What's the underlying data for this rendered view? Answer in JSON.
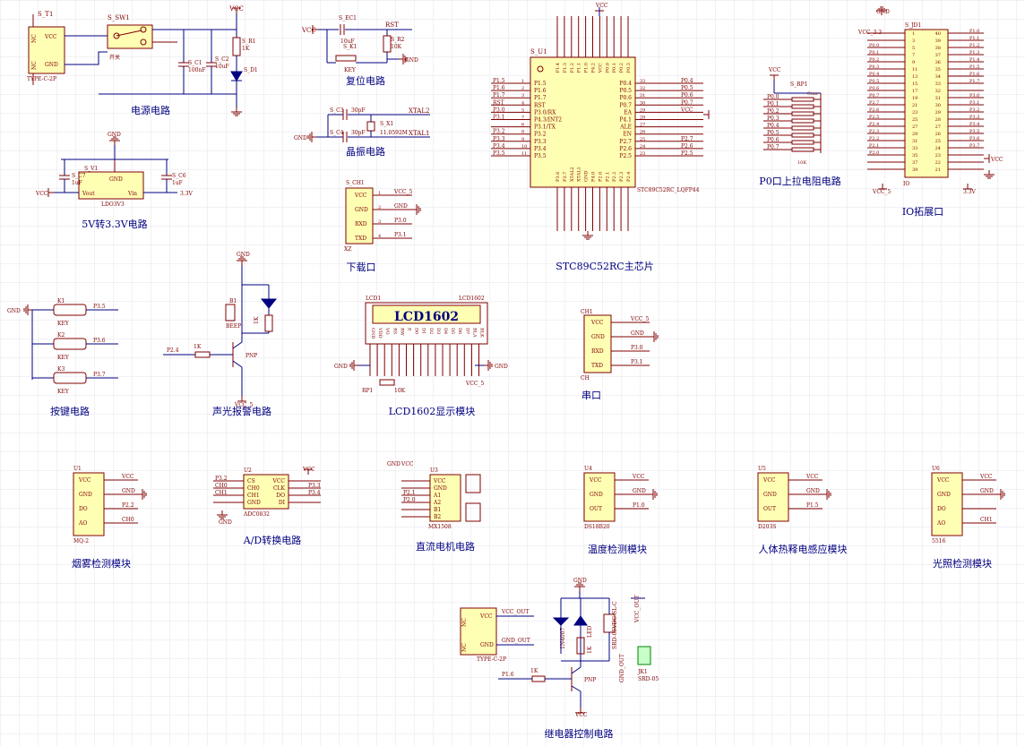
{
  "colors": {
    "wire": "#000080",
    "pin": "#800000",
    "text": "#800000",
    "label": "#000080",
    "grid": "#e6e6f0",
    "body": "#ffffb4",
    "pwr": "#800000"
  },
  "captions": {
    "power": "电源电路",
    "reset": "复位电路",
    "crystal": "晶振电路",
    "main": "STC89C52RC主芯片",
    "pullup": "P0口上拉电阻电路",
    "io": "IO拓展口",
    "ldo": "5V转3.3V电路",
    "download": "下载口",
    "keys": "按键电路",
    "buzzer": "声光报警电路",
    "lcd": "LCD1602显示模块",
    "serial": "串口",
    "smoke": "烟雾检测模块",
    "adc": "A/D转换电路",
    "motor": "直流电机电路",
    "temp": "温度检测模块",
    "pir": "人体热释电感应模块",
    "light": "光照检测模块",
    "relay": "继电器控制电路"
  },
  "power": {
    "ref": "S_T1",
    "part": "TYPE-C-2P",
    "pins": [
      "NC",
      "VCC",
      "GND",
      "NC"
    ],
    "sw_ref": "S_SW1",
    "sw_name": "开关",
    "c1_ref": "S_C1",
    "c1_val": "100nF",
    "c2_ref": "S_C2",
    "c2_val": "10uF",
    "r1_ref": "S_R1",
    "r1_val": "1K",
    "d1_ref": "S_D1",
    "vcc": "VCC"
  },
  "reset": {
    "vcc": "VCC",
    "ec1": "S_EC1",
    "ec1_val": "10uF",
    "k1": "S_K1",
    "key": "KEY",
    "r2": "S_R2",
    "r2_val": "10K",
    "rst": "RST",
    "gnd": "GND"
  },
  "crystal": {
    "c3": "S_C3",
    "c3_val": "30pF",
    "c4": "S_C4",
    "c4_val": "30pF",
    "x1": "S_X1",
    "x1_val": "11.0592M",
    "xtal2": "XTAL2",
    "xtal1": "XTAL1",
    "gnd": "GND"
  },
  "mcu": {
    "ref": "S_U1",
    "part": "STC89C52RC_LQFP44",
    "vcc": "VCC",
    "gnd": "GND",
    "left": [
      [
        "P1.5",
        "1",
        "P1.5"
      ],
      [
        "P1.6",
        "2",
        "P1.6"
      ],
      [
        "P1.7",
        "3",
        "P1.7"
      ],
      [
        "RST",
        "4",
        "RST"
      ],
      [
        "P3.0",
        "5",
        "P3.0/RX"
      ],
      [
        "P3.1",
        "7",
        "P4.3/INT2"
      ],
      [
        "",
        "6",
        "P3.1/TX"
      ],
      [
        "P3.2",
        "8",
        "P3.2"
      ],
      [
        "P3.3",
        "9",
        "P3.3"
      ],
      [
        "P3.4",
        "10",
        "P3.4"
      ],
      [
        "P3.5",
        "11",
        "P3.5"
      ]
    ],
    "right": [
      [
        "P0.4",
        "33",
        "P0.4"
      ],
      [
        "P0.5",
        "32",
        "P0.5"
      ],
      [
        "P0.6",
        "31",
        "P0.6"
      ],
      [
        "P0.7",
        "30",
        "P0.7"
      ],
      [
        "VCC",
        "29",
        "EA"
      ],
      [
        "",
        "28",
        "P4.1"
      ],
      [
        "",
        "27",
        "ALE"
      ],
      [
        "",
        "26",
        "EN"
      ],
      [
        "P2.7",
        "25",
        "P2.7"
      ],
      [
        "P2.6",
        "24",
        "P2.6"
      ],
      [
        "P2.5",
        "23",
        "P2.5"
      ]
    ],
    "top": [
      "P1.4",
      "P1.3",
      "P1.2",
      "P1.1",
      "P1.0",
      "P4.2",
      "VCC",
      "P0.0",
      "P0.1",
      "P0.2",
      "P0.3"
    ],
    "bottom": [
      "P3.6",
      "P3.7",
      "XTAL2",
      "XTAL1",
      "GND",
      "P4.0",
      "P2.0",
      "P2.1",
      "P2.2",
      "P2.3",
      "P2.4"
    ]
  },
  "pullup": {
    "vcc": "VCC",
    "ref": "S_RP1",
    "com": "Com",
    "val": "10K",
    "nets": [
      "P0.0",
      "P0.1",
      "P0.2",
      "P0.3",
      "P0.4",
      "P0.5",
      "P0.6",
      "P0.7"
    ]
  },
  "io": {
    "ref": "S_JD1",
    "part": "IO",
    "gnd": "GND",
    "vcc33": "VCC_3.3",
    "vcc5": "VCC_5",
    "v33": "3.3V",
    "vcc": "VCC",
    "left_nets": [
      "",
      "",
      "P0.0",
      "P0.1",
      "P0.2",
      "P0.3",
      "P0.4",
      "P0.5",
      "P0.6",
      "P0.7",
      "P2.7",
      "P2.6",
      "P2.5",
      "P2.4",
      "P2.3",
      "P2.2",
      "P2.1",
      "P2.0",
      "",
      ""
    ],
    "right_nets": [
      "P1.0",
      "P1.1",
      "P1.2",
      "P1.3",
      "P1.4",
      "P1.5",
      "P1.6",
      "P1.7",
      "",
      "P3.0",
      "P3.1",
      "P3.2",
      "P3.3",
      "P3.4",
      "P3.5",
      "P3.6",
      "P3.7",
      "",
      "",
      ""
    ]
  },
  "ldo": {
    "ref": "S_V1",
    "part": "LDO3V3",
    "gnd": "GND",
    "vcc": "VCC",
    "out": "3.3V",
    "c7": "S_C7",
    "c6": "S_C6",
    "cval": "1uF",
    "vout": "Vout",
    "vin": "Vin",
    "gpin": "GND"
  },
  "download": {
    "ref": "S_CH1",
    "part": "XZ",
    "pins": [
      "VCC",
      "GND",
      "RXD",
      "TXD"
    ],
    "nets": [
      "VCC_5",
      "GND",
      "P3.0",
      "P3.1"
    ]
  },
  "keys": {
    "gnd": "GND",
    "refs": [
      "K1",
      "K2",
      "K3"
    ],
    "part": "KEY",
    "nets": [
      "P3.5",
      "P3.6",
      "P3.7"
    ]
  },
  "buzzer": {
    "gnd": "GND",
    "b1": "B1",
    "beep": "BEEP",
    "r": "1K",
    "q": "PNP",
    "net": "P2.4",
    "vcc": "VCC_5",
    "rled": "1K"
  },
  "lcd": {
    "ref": "LCD1",
    "part": "LCD1602",
    "title": "LCD1602",
    "gnd": "GND",
    "vcc": "VCC_5",
    "rp": "RP1",
    "rpval": "10K",
    "pins": [
      "GND",
      "VDD",
      "VO",
      "RS",
      "RW",
      "E",
      "D0",
      "D1",
      "D2",
      "D3",
      "D4",
      "D5",
      "D6",
      "D7",
      "BLA",
      "BLK"
    ]
  },
  "serial": {
    "ref": "CH1",
    "part": "CH",
    "pins": [
      "VCC",
      "GND",
      "RXD",
      "TXD"
    ],
    "nets": [
      "VCC_5",
      "GND",
      "P3.0",
      "P3.1"
    ]
  },
  "smoke": {
    "ref": "U1",
    "part": "MQ-2",
    "pins": [
      "VCC",
      "GND",
      "DO",
      "AO"
    ],
    "nets": [
      "VCC",
      "GND",
      "P2.2",
      "CH0"
    ]
  },
  "adc": {
    "ref": "U2",
    "part": "ADC0832",
    "vcc": "VCC",
    "gnd": "GND",
    "lpins": [
      "CS",
      "CH0",
      "CH1",
      "GND"
    ],
    "rpins": [
      "VCC",
      "CLK",
      "DO",
      "DI"
    ],
    "lnets": [
      "P3.2",
      "CH0",
      "CH1",
      ""
    ],
    "rnets": [
      "",
      "P3.3",
      "P3.4",
      ""
    ]
  },
  "motor": {
    "ref": "U3",
    "part": "MX1508",
    "gnd": "GND",
    "vcc": "VCC",
    "pins": [
      "VCC",
      "GND",
      "A1",
      "A2",
      "B1",
      "B2"
    ],
    "nets": [
      "",
      "",
      "P2.1",
      "P2.0",
      "",
      ""
    ]
  },
  "temp": {
    "ref": "U4",
    "part": "DS18B20",
    "pins": [
      "VCC",
      "GND",
      "OUT"
    ],
    "nets": [
      "VCC",
      "GND",
      "P1.0"
    ]
  },
  "pir": {
    "ref": "U5",
    "part": "D203S",
    "pins": [
      "VCC",
      "GND",
      "OUT"
    ],
    "nets": [
      "VCC",
      "GND",
      "P1.5"
    ]
  },
  "light": {
    "ref": "U6",
    "part": "5516",
    "pins": [
      "VCC",
      "GND",
      "DO",
      "AO"
    ],
    "nets": [
      "VCC",
      "GND",
      "",
      "CH1"
    ]
  },
  "relay": {
    "conn": "TYPE-C-2P",
    "pins": [
      "NC",
      "VCC",
      "GND",
      "NC"
    ],
    "vcc_out": "VCC_OUT",
    "gnd_out": "GND_OUT",
    "gnd": "GND",
    "vcc": "VCC",
    "net": "P1.6",
    "r": "1K",
    "q": "PNP",
    "k": "SRD-05VDC-SL-C",
    "jk": "JK1",
    "jk_part": "SRD-05",
    "led": "LED",
    "d": "1N4007",
    "rled": "1K"
  }
}
